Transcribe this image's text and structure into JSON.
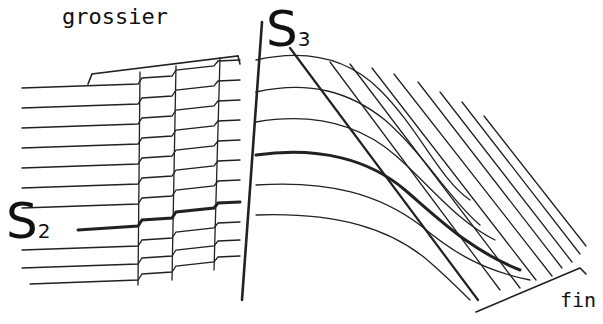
{
  "diagram": {
    "labels": [
      "grossier",
      "S3",
      "S2",
      "fin"
    ]
  }
}
